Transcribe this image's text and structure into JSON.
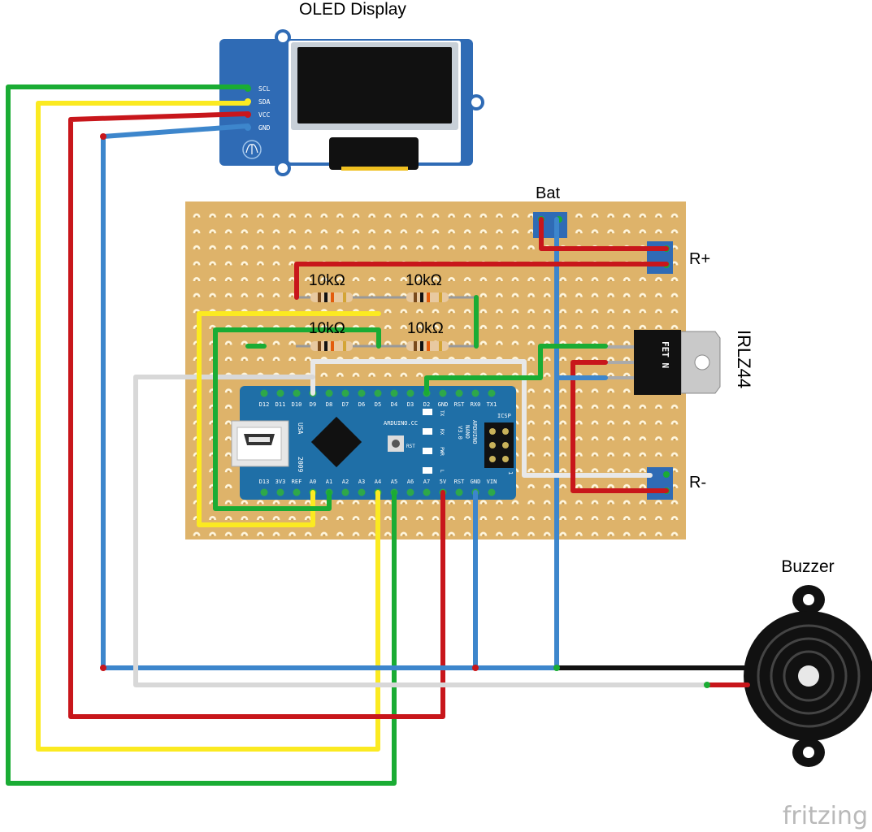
{
  "labels": {
    "oled_title": "OLED Display",
    "bat": "Bat",
    "r_plus": "R+",
    "r_minus": "R-",
    "irlz44": "IRLZ44",
    "buzzer": "Buzzer",
    "resistor_1": "10kΩ",
    "resistor_2": "10kΩ",
    "resistor_3": "10kΩ",
    "resistor_4": "10kΩ",
    "fritzing": "fritzing"
  },
  "oled": {
    "pins": [
      "SCL",
      "SDA",
      "VCC",
      "GND"
    ]
  },
  "mosfet": {
    "marking": "FET N"
  },
  "nano": {
    "top_pins": [
      "D12",
      "D11",
      "D10",
      "D9",
      "D8",
      "D7",
      "D6",
      "D5",
      "D4",
      "D3",
      "D2",
      "GND",
      "RST",
      "RX0",
      "TX1"
    ],
    "bottom_pins": [
      "D13",
      "3V3",
      "REF",
      "A0",
      "A1",
      "A2",
      "A3",
      "A4",
      "A5",
      "A6",
      "A7",
      "5V",
      "RST",
      "GND",
      "VIN"
    ],
    "usa": "USA",
    "year": "2009",
    "url": "ARDUINO.CC",
    "name_lines": [
      "ARDUINO",
      "NANO",
      "V3.0"
    ],
    "led_labels": [
      "TX",
      "RX",
      "PWR",
      "L"
    ],
    "rst": "RST",
    "icsp": "ICSP",
    "icsp_num": "1"
  },
  "colors": {
    "board": "#deb36a",
    "hole": "#fff6dd",
    "nano": "#1f6fa7",
    "oled_board": "#2f6bb5",
    "wire_red": "#c8161b",
    "wire_green": "#1aac34",
    "wire_yellow": "#fbea21",
    "wire_blue": "#3d86cc",
    "wire_white": "#e8e8e8",
    "wire_black": "#111111"
  }
}
